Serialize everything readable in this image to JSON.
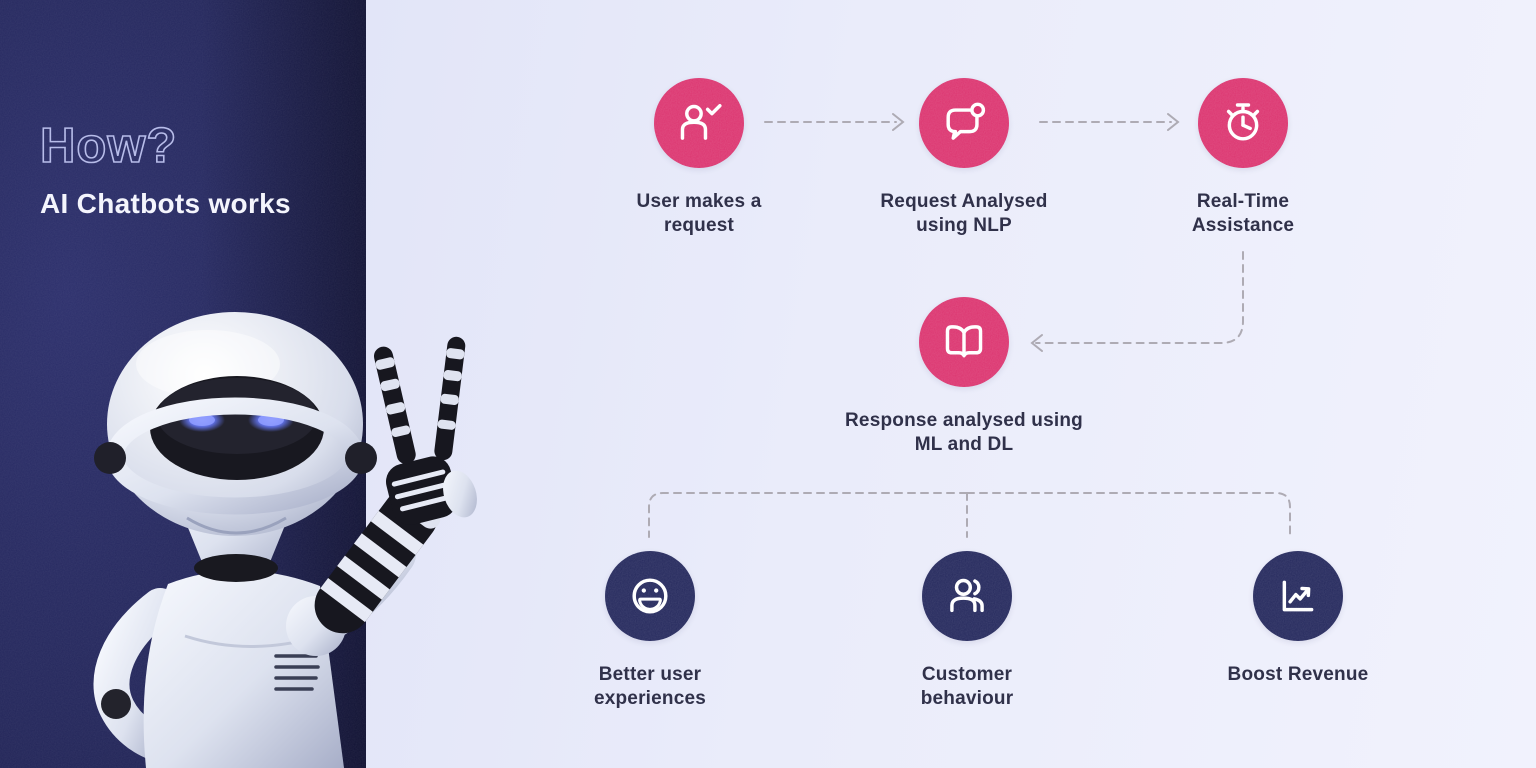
{
  "sidebar": {
    "title_outline": "How?",
    "title_main": "AI Chatbots works",
    "illustration": "robot-peace-sign-illustration"
  },
  "flow": {
    "steps": [
      {
        "id": "user-request",
        "icon": "user-check-icon",
        "lines": [
          "User makes a",
          "request"
        ]
      },
      {
        "id": "nlp-analysis",
        "icon": "chat-bubble-icon",
        "lines": [
          "Request Analysed",
          "using NLP"
        ]
      },
      {
        "id": "real-time",
        "icon": "stopwatch-icon",
        "lines": [
          "Real-Time",
          "Assistance"
        ]
      },
      {
        "id": "ml-dl",
        "icon": "open-book-icon",
        "lines": [
          "Response analysed using",
          "ML and DL"
        ]
      }
    ],
    "outcomes": [
      {
        "id": "user-experience",
        "icon": "smiley-icon",
        "lines": [
          "Better user",
          "experiences"
        ]
      },
      {
        "id": "customer-behaviour",
        "icon": "users-icon",
        "lines": [
          "Customer",
          "behaviour"
        ]
      },
      {
        "id": "boost-revenue",
        "icon": "chart-up-icon",
        "lines": [
          "Boost Revenue"
        ]
      }
    ]
  },
  "colors": {
    "step_circle": "#dc3570",
    "outcome_circle": "#262a5e",
    "connector": "#aeabb4",
    "label_text": "#30314a",
    "sidebar_bg": "#23265a",
    "main_bg": "#eaecfa"
  }
}
